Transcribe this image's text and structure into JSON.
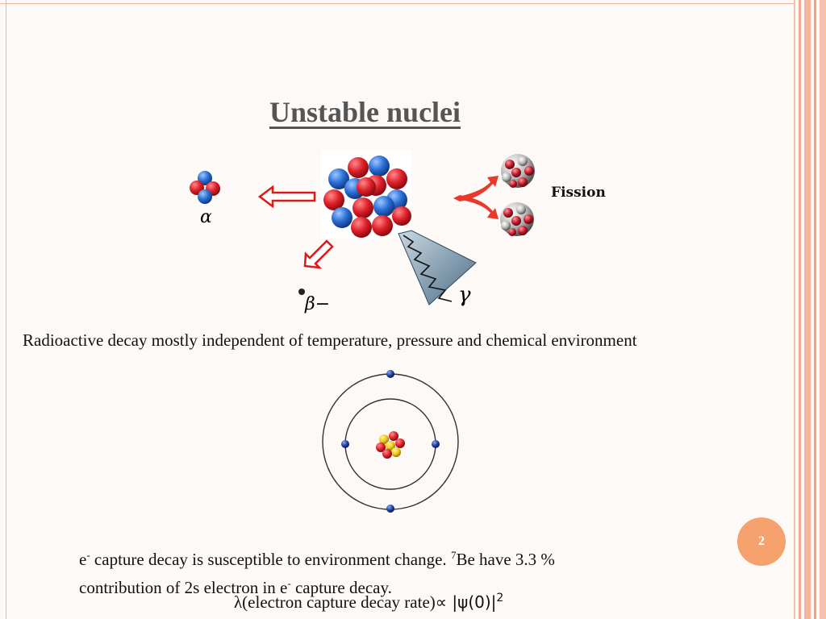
{
  "slide": {
    "title": "Unstable nuclei",
    "page_number": "2"
  },
  "figure": {
    "alpha_symbol": "α",
    "beta_symbol": "β−",
    "gamma_symbol": "γ",
    "fission_label": "Fission"
  },
  "statement": "Radioactive decay mostly independent of temperature, pressure and chemical environment",
  "body": {
    "line1_prefix": "e",
    "line1_sup": "-",
    "line1_mid": " capture decay is susceptible to environment change. ",
    "line1_isotope_sup": "7",
    "line1_suffix": "Be have 3.3 %",
    "line2_prefix": "contribution of 2s electron in e",
    "line2_sup": "-",
    "line2_suffix": " capture decay."
  },
  "formula": {
    "lhs": "λ(electron capture decay rate)",
    "relation": "∝ |ψ(0)|",
    "exponent": "2"
  },
  "colors": {
    "proton": "#e0202a",
    "neutron": "#2a6fd6",
    "arrow": "#e01818",
    "badge": "#f5a26e",
    "accent_stripe": "#f5b8a0"
  }
}
